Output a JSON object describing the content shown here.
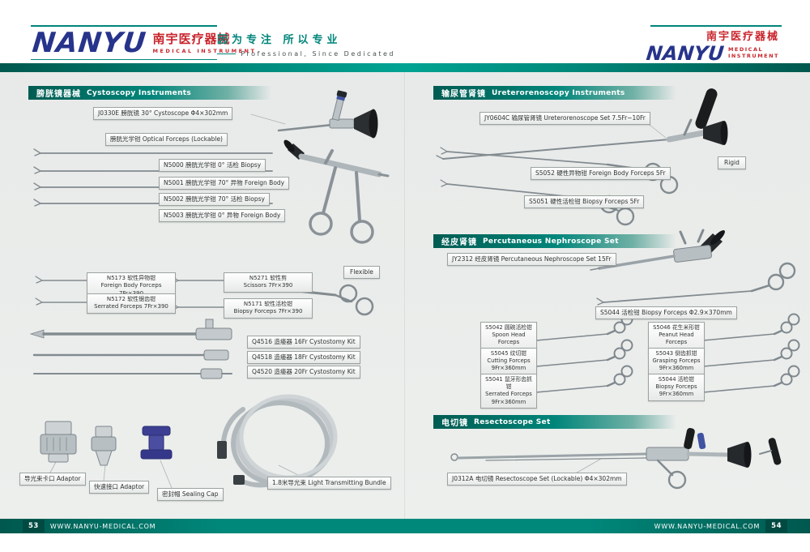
{
  "palette": {
    "accent_teal": "#00857a",
    "brand_blue": "#27348b",
    "brand_red": "#c8252c",
    "paper_bg": "#e9ebe9"
  },
  "header": {
    "brand": "NANYU",
    "brand_cn": "南宇医疗器械",
    "brand_sub": "MEDICAL  INSTRUMENT",
    "slogan_cn": "因为专注 所以专业",
    "slogan_en": "Professional, Since Dedicated",
    "right_cn": "南宇医疗器械",
    "right_brand": "NANYU",
    "right_sub1": "MEDICAL",
    "right_sub2": "INSTRUMENT"
  },
  "footer": {
    "left_no": "53",
    "left_url": "WWW.NANYU-MEDICAL.COM",
    "right_url": "WWW.NANYU-MEDICAL.COM",
    "right_no": "54"
  },
  "left_page": {
    "section_cn": "膀胱镜器械",
    "section_en": "Cystoscopy Instruments",
    "cystoscope_label": "J0330E 膀胱镜 30°  Cystoscope  Φ4×302mm",
    "optical_forceps_label": "膀胱光学钳 Optical Forceps (Lockable)",
    "optical_items": [
      "N5000 膀胱光学钳  0°  活检 Biopsy",
      "N5001 膀胱光学钳 70°  异物 Foreign Body",
      "N5002 膀胱光学钳 70°  活检 Biopsy",
      "N5003 膀胱光学钳  0°  异物 Foreign Body"
    ],
    "flexible_tag": "Flexible",
    "flexible_items": [
      {
        "l1": "N5173 软性异物钳",
        "l2": "Foreign Body Forceps 7Fr×390"
      },
      {
        "l1": "N5271 软性剪",
        "l2": "Scissors 7Fr×390"
      },
      {
        "l1": "N5172 软性锯齿钳",
        "l2": "Serrated Forceps 7Fr×390"
      },
      {
        "l1": "N5171 软性活检钳",
        "l2": "Biopsy Forceps 7Fr×390"
      }
    ],
    "cystostomy_items": [
      "Q4516 造瘘器 16Fr Cystostomy Kit",
      "Q4518 造瘘器 18Fr Cystostomy Kit",
      "Q4520 造瘘器 20Fr Cystostomy Kit"
    ],
    "accessories": [
      "导光束卡口 Adaptor",
      "快速接口 Adaptor",
      "密封帽 Sealing Cap",
      "1.8米导光束  Light Transmitting Bundle"
    ]
  },
  "right_page": {
    "uretero": {
      "section_cn": "输尿管肾镜",
      "section_en": "Ureterorenoscopy Instruments",
      "scope_label": "JY0604C 输尿管肾镜 Ureterorenoscope Set 7.5Fr~10Fr",
      "rigid_tag": "Rigid",
      "items": [
        "S5052 硬性异物钳 Foreign Body Forceps 5Fr",
        "S5051 硬性活检钳 Biopsy Forceps 5Fr"
      ]
    },
    "nephro": {
      "section_cn": "经皮肾镜",
      "section_en": "Percutaneous Nephroscope Set",
      "scope_label": "JY2312 经皮肾镜 Percutaneous Nephroscope Set 15Fr",
      "biopsy_label": "S5044 活检钳 Biopsy Forceps Φ2.9×370mm",
      "grid": [
        {
          "l1": "S5042 圆碗活检钳",
          "l2": "Spoon Head Forceps",
          "l3": "9Fr×360mm"
        },
        {
          "l1": "S5046 花生米形钳",
          "l2": "Peanut Head Forceps",
          "l3": "9Fr×360mm"
        },
        {
          "l1": "S5045 纹切钳",
          "l2": "Cutting Forceps",
          "l3": "9Fr×360mm"
        },
        {
          "l1": "S5043 倒齿抓钳",
          "l2": "Grasping Forceps",
          "l3": "9Fr×360mm"
        },
        {
          "l1": "S5041 鼠牙形齿抓钳",
          "l2": "Serrated Forceps",
          "l3": "9Fr×360mm"
        },
        {
          "l1": "S5044 活检钳",
          "l2": "Biopsy Forceps",
          "l3": "9Fr×360mm"
        }
      ]
    },
    "resecto": {
      "section_cn": "电切镜",
      "section_en": "Resectoscope Set",
      "scope_label": "J0312A 电切镜 Resectoscope Set (Lockable)  Φ4×302mm"
    }
  }
}
